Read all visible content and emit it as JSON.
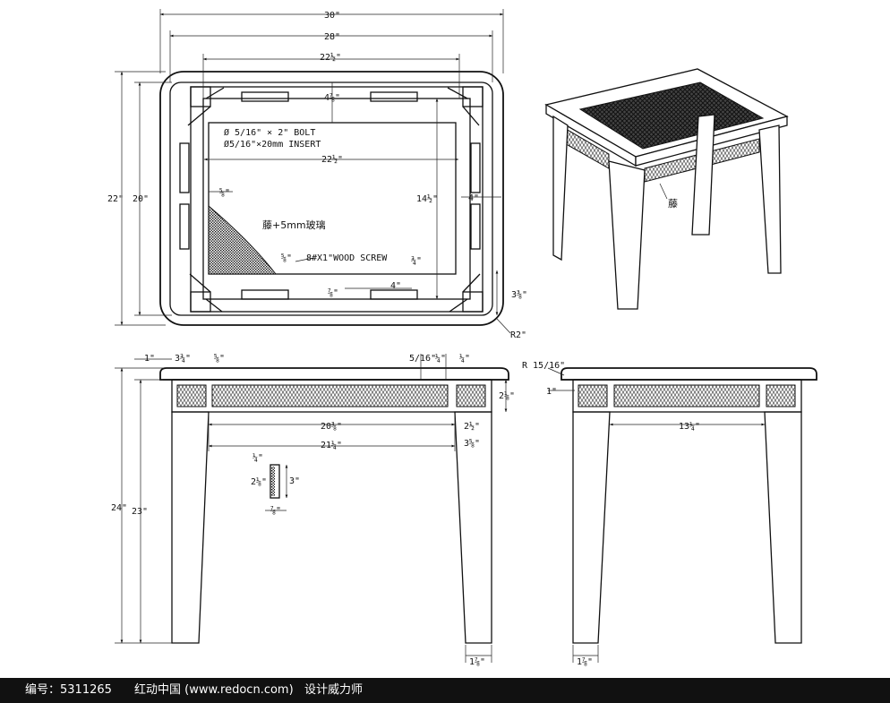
{
  "plan": {
    "d30": "30\"",
    "d28": "28\"",
    "d22h_top": "22½\"",
    "d4_7_8": "4⅞\"",
    "bolt": "Ø 5/16\" × 2\" BOLT",
    "insert": "Ø5/16\"×20mm INSERT",
    "d22h_inner": "22½\"",
    "d5_8_left": "⅝\"",
    "d14h": "14½\"",
    "d4_right": "4\"",
    "rattan_glass": "藤+5mm玻璃",
    "screw": "8#X1\"WOOD SCREW",
    "d5_8_mid": "⅝\"",
    "d3_4": "¾\"",
    "d4_bottom": "4\"",
    "d7_8": "⅞\"",
    "d3_3_8": "3⅜\"",
    "r2": "R2\"",
    "d22": "22\"",
    "d20": "20\""
  },
  "perspective": {
    "rattan": "藤"
  },
  "front": {
    "d1": "1\"",
    "d3_3_4": "3¾\"",
    "d5_8": "⅝\"",
    "d5_16": "5/16\"",
    "d1_4a": "¼\"",
    "d1_4b": "¼\"",
    "d2_1_8": "2⅛\"",
    "d20_3_8": "20⅜\"",
    "d2_1_2": "2½\"",
    "d21_1_4": "21¼\"",
    "d3_5_8": "3⅝\"",
    "d24": "24\"",
    "d23": "23\"",
    "sec_1_4": "¼\"",
    "sec_2_1_8": "2⅛\"",
    "sec_3": "3\"",
    "sec_7_8": "⅞\"",
    "d1_7_8": "1⅞\""
  },
  "side": {
    "r15_16": "R 15/16\"",
    "d1": "1\"",
    "d13_1_4": "13¼\"",
    "d1_7_8": "1⅞\""
  },
  "footer": {
    "id": "编号：5311265",
    "site": "红动中国 (www.redocn.com)",
    "designer": "设计威力师"
  }
}
